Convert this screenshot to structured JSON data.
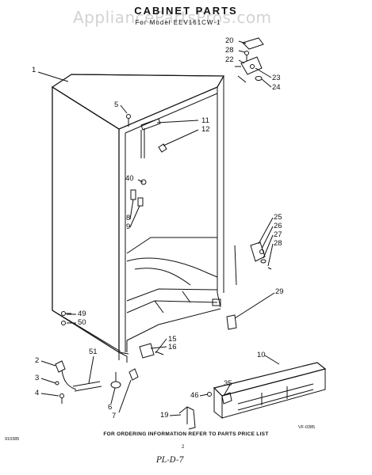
{
  "header": {
    "title": "CABINET PARTS",
    "model_line": "For Model EEV161CW-1"
  },
  "watermark": "AppliancePartsPros.com",
  "callouts": {
    "c1": "1",
    "c2": "2",
    "c3": "3",
    "c4": "4",
    "c5": "5",
    "c6": "6",
    "c7": "7",
    "c8": "8",
    "c9": "9",
    "c10": "10",
    "c11": "11",
    "c12": "12",
    "c15": "15",
    "c16": "16",
    "c19": "19",
    "c20": "20",
    "c22": "22",
    "c23": "23",
    "c24": "24",
    "c25": "25",
    "c26": "26",
    "c27": "27",
    "c28a": "28",
    "c28b": "28",
    "c29": "29",
    "c35": "35",
    "c40": "40",
    "c46": "46",
    "c49": "49",
    "c50": "50",
    "c51": "51"
  },
  "footer": {
    "note": "FOR ORDERING INFORMATION REFER TO PARTS PRICE LIST",
    "page_number": "2",
    "code_left": "910385",
    "code_right": "VF-0385",
    "handwritten": "PL-D-7"
  }
}
